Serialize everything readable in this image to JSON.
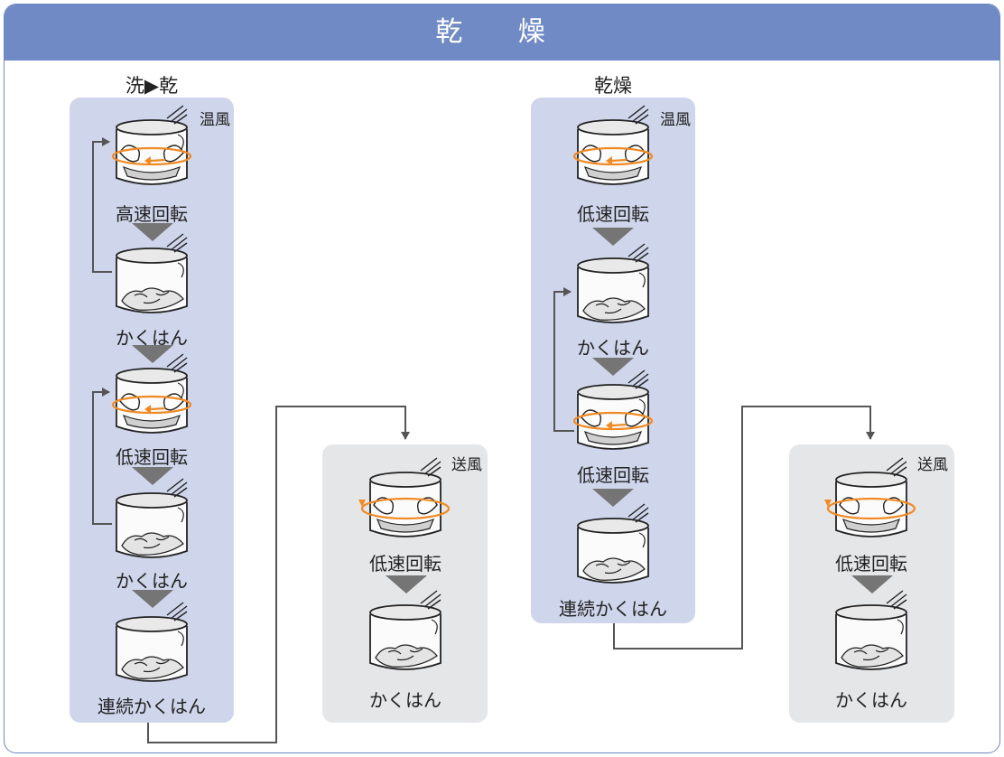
{
  "title": "乾 燥",
  "columns": {
    "wash_dry": {
      "heading": "洗▶乾",
      "mode": "温風",
      "steps": [
        "高速回転",
        "かくはん",
        "低速回転",
        "かくはん",
        "連続かくはん"
      ]
    },
    "wash_dry_cool": {
      "mode": "送風",
      "steps": [
        "低速回転",
        "かくはん"
      ]
    },
    "dry": {
      "heading": "乾燥",
      "mode": "温風",
      "steps": [
        "低速回転",
        "かくはん",
        "低速回転",
        "連続かくはん"
      ]
    },
    "dry_cool": {
      "mode": "送風",
      "steps": [
        "低速回転",
        "かくはん"
      ]
    }
  },
  "colors": {
    "title_bar": "#6f8ac4",
    "hot_air_panel": "#cfd5ea",
    "cool_air_panel": "#e5e6e8",
    "rotation_arrow": "#f08a24",
    "step_arrow": "#757575"
  },
  "icons": {
    "spin": "drum-spin-icon",
    "stir": "drum-stir-icon"
  }
}
